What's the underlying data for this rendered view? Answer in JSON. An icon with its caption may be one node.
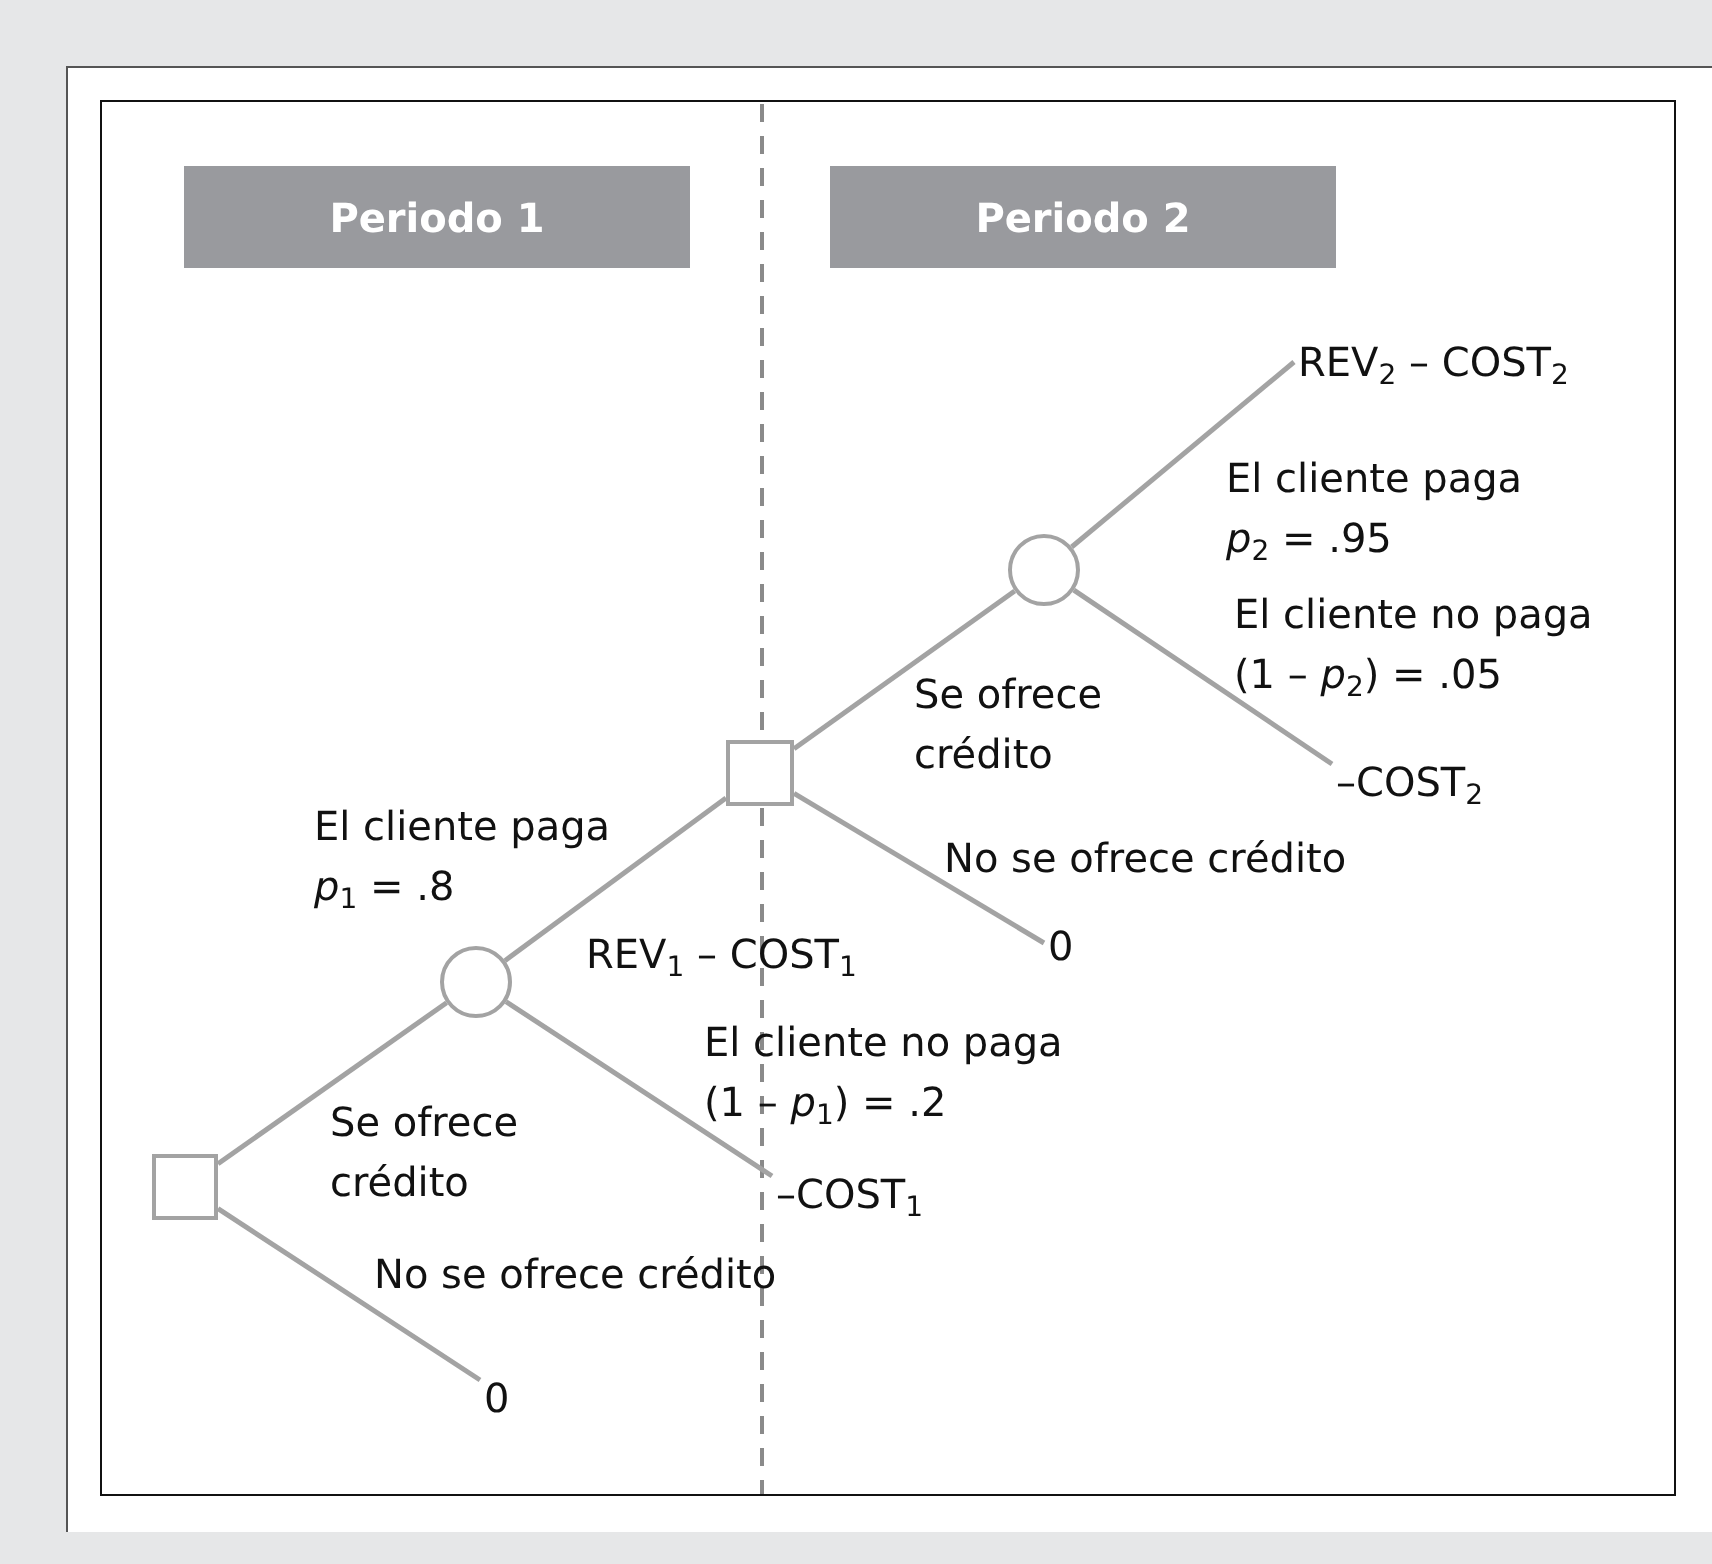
{
  "diagram": {
    "nodes": [
      {
        "text": [
          "Periodo 1"
        ]
      },
      {
        "text": [
          "Periodo 2"
        ]
      },
      {
        "text": [],
        "shape": "box"
      },
      {
        "text": [],
        "shape": "circle"
      },
      {
        "text": [],
        "shape": "box"
      },
      {
        "text": [],
        "shape": "circle"
      },
      {
        "text": [
          "REV$_{2}$ – COST$_{2}$"
        ]
      },
      {
        "text": [
          "–COST$_{2}$"
        ]
      },
      {
        "text": [
          "0"
        ]
      },
      {
        "text": [
          "–COST$_{1}$"
        ]
      },
      {
        "text": [
          "0"
        ]
      }
    ],
    "edges": [
      {
        "from": 2,
        "to": 3,
        "arrow": "none",
        "label": "Se ofrece crédito"
      },
      {
        "from": 2,
        "to": 10,
        "arrow": "none",
        "label": "No se ofrece crédito"
      },
      {
        "from": 3,
        "to": 4,
        "arrow": "none",
        "label": "El cliente paga *p*$_{1}$  = .8"
      },
      {
        "from": 3,
        "to": 9,
        "arrow": "none",
        "label": "El cliente no paga (1 – *p*$_{1}$) = .2"
      },
      {
        "from": 4,
        "to": 5,
        "arrow": "none",
        "label": "Se ofrece crédito"
      },
      {
        "from": 4,
        "to": 8,
        "arrow": "none",
        "label": "No se ofrece crédito"
      },
      {
        "from": 5,
        "to": 6,
        "arrow": "none",
        "label": "El cliente paga *p*$_{2}$ = .95"
      },
      {
        "from": 5,
        "to": 7,
        "arrow": "none",
        "label": "El cliente no paga (1 – *p*$_{2}$) = .05"
      }
    ],
    "labels": [
      "REV$_{1}$ – COST$_{1}$"
    ]
  }
}
